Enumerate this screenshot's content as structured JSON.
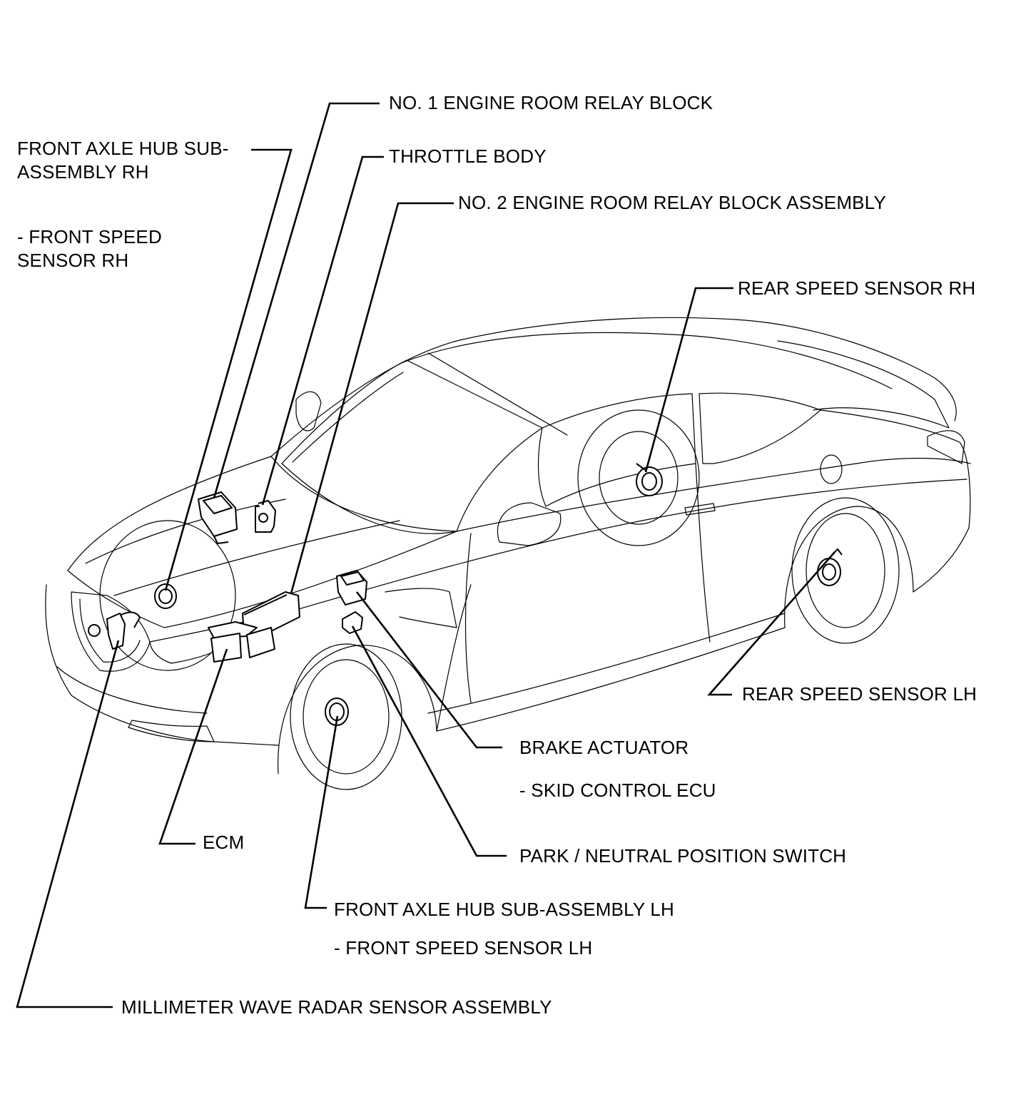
{
  "diagram": {
    "labels": {
      "front_axle_hub_rh_line1": "FRONT AXLE HUB SUB-",
      "front_axle_hub_rh_line2": "ASSEMBLY RH",
      "front_speed_sensor_rh_line1": "- FRONT SPEED",
      "front_speed_sensor_rh_line2": "SENSOR RH",
      "no1_engine_room_relay_block": "NO. 1 ENGINE ROOM RELAY BLOCK",
      "throttle_body": "THROTTLE BODY",
      "no2_engine_room_relay_block_assembly": "NO. 2 ENGINE ROOM RELAY BLOCK ASSEMBLY",
      "rear_speed_sensor_rh": "REAR SPEED SENSOR RH",
      "rear_speed_sensor_lh": "REAR SPEED SENSOR LH",
      "brake_actuator": "BRAKE ACTUATOR",
      "skid_control_ecu": "- SKID CONTROL ECU",
      "ecm": "ECM",
      "park_neutral_position_switch": "PARK / NEUTRAL POSITION SWITCH",
      "front_axle_hub_lh": "FRONT AXLE HUB SUB-ASSEMBLY LH",
      "front_speed_sensor_lh": "- FRONT SPEED SENSOR LH",
      "millimeter_wave_radar_sensor_assembly": "MILLIMETER WAVE RADAR SENSOR ASSEMBLY"
    }
  }
}
